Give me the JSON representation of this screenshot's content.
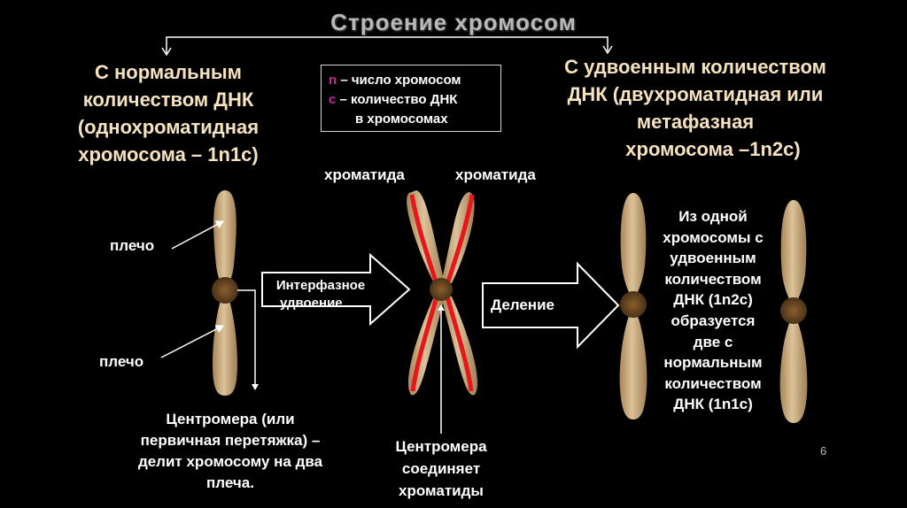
{
  "title": "Строение хромосом",
  "left_heading": [
    "С нормальным",
    "количеством ДНК",
    "(однохроматидная",
    "хромосома – 1n1c)"
  ],
  "right_heading": [
    "С удвоенным количеством",
    "ДНК (двухроматидная или",
    "метафазная",
    "хромосома –1n2c)"
  ],
  "legend": {
    "n_key": "n",
    "n_text": " – число хромосом",
    "c_key": "c",
    "c_text": " – количество ДНК",
    "c_text_2": "в хромосомах"
  },
  "labels": {
    "arm_top": "плечо",
    "arm_bottom": "плечо",
    "chromatid_left": "хроматида",
    "chromatid_right": "хроматида",
    "interphase_arrow": [
      "Интерфазное",
      "удвоение"
    ],
    "division_arrow": "Деление"
  },
  "centromere_text_left": [
    "Центромера (или",
    "первичная перетяжка) –",
    "делит хромосому на два",
    "плеча."
  ],
  "centromere_text_mid": [
    "Центромера",
    "соединяет",
    "хроматиды"
  ],
  "result_text": [
    "Из одной",
    "хромосомы с",
    "удвоенным",
    "количеством",
    "ДНК (1n2c)",
    "образуется",
    "две с",
    "нормальным",
    "количеством",
    "ДНК (1n1c)"
  ],
  "page_number": "6",
  "colors": {
    "chromosome_fill": "#c4a479",
    "chromosome_light": "#dcc29a",
    "centromere": "#6b4a26",
    "chromatid_line": "#e8161b",
    "title_gray": "#b8b8b8",
    "heading_beige": "#f5e2bf",
    "legend_key": "#c02b9c"
  }
}
